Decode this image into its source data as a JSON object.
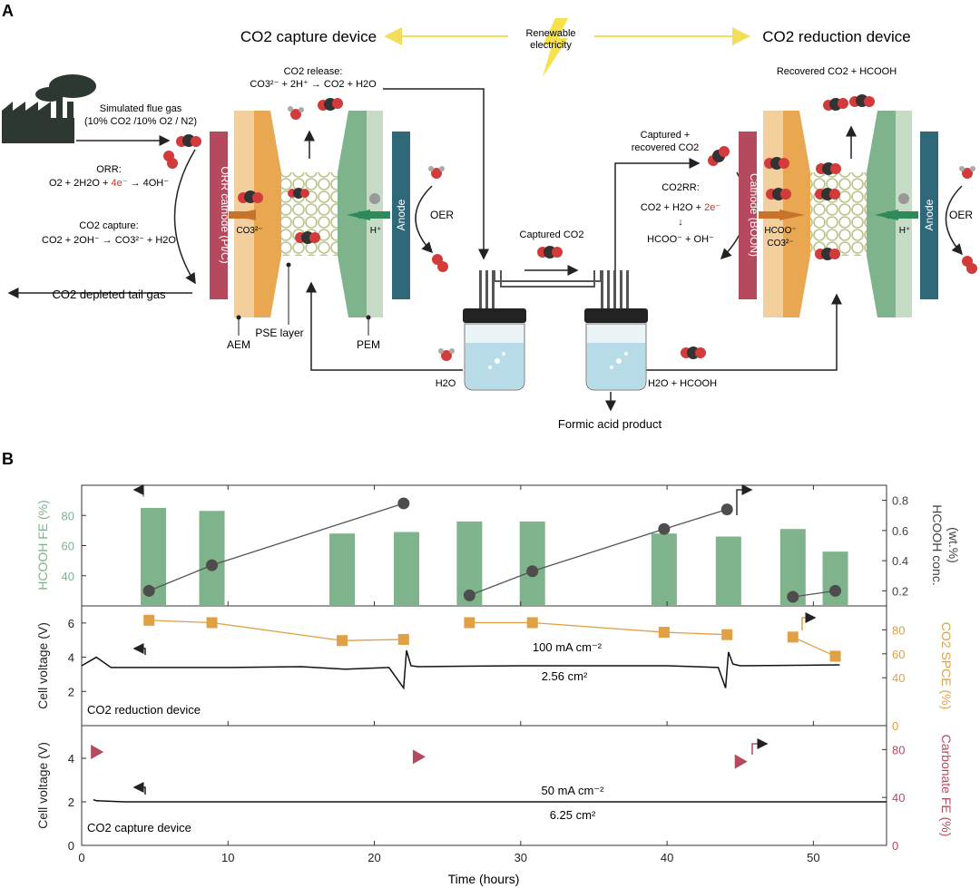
{
  "panel_a": {
    "label": "A",
    "capture_title": "CO2 capture device",
    "reduction_title": "CO2 reduction device",
    "renewable_line1": "Renewable",
    "renewable_line2": "electricity",
    "flue_gas_line1": "Simulated flue gas",
    "flue_gas_line2": "(10% CO2 /10% O2 / N2)",
    "co2_release_title": "CO2 release:",
    "co2_release_eq": "CO3²⁻ + 2H⁺ → CO2 + H2O",
    "orr_title": "ORR:",
    "orr_eq_a": "O2 + 2H2O +",
    "orr_eq_e": "4e⁻",
    "orr_eq_b": "→ 4OH⁻",
    "capture_title_eq": "CO2 capture:",
    "capture_eq": "CO2 + 2OH⁻ → CO3²⁻ + H2O",
    "depleted_gas": "CO2 depleted tail gas",
    "orr_cathode": "ORR cathode (Pt/C)",
    "co3_ion": "CO3²⁻",
    "h_ion": "H⁺",
    "anode": "Anode",
    "oer": "OER",
    "aem": "AEM",
    "pse_layer": "PSE layer",
    "pem": "PEM",
    "captured_co2": "Captured CO2",
    "h2o": "H2O",
    "h2o_hcooh": "H2O + HCOOH",
    "formic_product": "Formic acid product",
    "recovered": "Recovered CO2 + HCOOH",
    "captured_recovered_1": "Captured +",
    "captured_recovered_2": "recovered CO2",
    "co2rr_title": "CO2RR:",
    "co2rr_eq_a": "CO2 + H2O +",
    "co2rr_eq_e": "2e⁻",
    "co2rr_arrow": "↓",
    "co2rr_eq_b": "HCOO⁻ + OH⁻",
    "bi_cathode": "Cathode (BOON)",
    "hcoo_ion": "HCOO⁻",
    "co3_ion2": "CO3²⁻",
    "h_ion2": "H⁺",
    "anode2": "Anode",
    "oer2": "OER"
  },
  "panel_b": {
    "label": "B",
    "xlabel": "Time (hours)",
    "xticks": [
      "0",
      "10",
      "20",
      "30",
      "40",
      "50"
    ],
    "top": {
      "ylabel_left": "HCOOH FE (%)",
      "ylabel_right_1": "HCOOH conc.",
      "ylabel_right_2": "(wt.%)",
      "yticks_left": [
        "40",
        "60",
        "80"
      ],
      "yticks_right": [
        "0.2",
        "0.4",
        "0.6",
        "0.8"
      ]
    },
    "mid": {
      "ylabel_left": "Cell voltage (V)",
      "ylabel_right": "CO2 SPCE (%)",
      "yticks_left": [
        "2",
        "4",
        "6"
      ],
      "yticks_right": [
        "0",
        "40",
        "60",
        "80"
      ],
      "current": "100 mA cm⁻²",
      "area": "2.56 cm²",
      "device": "CO2 reduction device"
    },
    "bottom": {
      "ylabel_left": "Cell voltage (V)",
      "ylabel_right": "Carbonate FE (%)",
      "yticks_left": [
        "0",
        "2",
        "4"
      ],
      "yticks_right": [
        "0",
        "40",
        "80"
      ],
      "current": "50 mA cm⁻²",
      "area": "6.25 cm²",
      "device": "CO2 capture device"
    },
    "colors": {
      "fe_bar": "#7fb38c",
      "conc": "#4d4d4d",
      "spce": "#e0a045",
      "carbonate": "#b44a5e"
    }
  },
  "chart_data": [
    {
      "type": "bar",
      "x": [
        4.9,
        8.9,
        17.8,
        22.2,
        26.5,
        30.8,
        39.8,
        44.2,
        48.6,
        51.5
      ],
      "values": [
        85,
        83,
        68,
        69,
        76,
        76,
        68,
        66,
        71,
        56
      ],
      "ylabel": "HCOOH FE (%)",
      "ylim": [
        20,
        100
      ]
    },
    {
      "type": "line",
      "segments": [
        {
          "x": [
            4.6,
            8.9,
            22.0
          ],
          "y": [
            0.2,
            0.37,
            0.78
          ]
        },
        {
          "x": [
            26.5,
            30.8,
            39.8,
            44.1
          ],
          "y": [
            0.17,
            0.33,
            0.61,
            0.74
          ]
        },
        {
          "x": [
            48.6,
            51.5
          ],
          "y": [
            0.16,
            0.2
          ]
        }
      ],
      "ylabel": "HCOOH conc. (wt.%)",
      "ylim": [
        0.1,
        0.9
      ]
    },
    {
      "type": "line",
      "x": [
        0,
        1,
        2,
        5,
        10,
        15,
        18,
        21,
        22.0,
        22.2,
        22.5,
        23,
        30,
        40,
        43.5,
        44.0,
        44.2,
        44.5,
        45,
        51.8
      ],
      "y": [
        3.5,
        4.0,
        3.4,
        3.4,
        3.4,
        3.45,
        3.3,
        3.4,
        2.2,
        4.4,
        3.5,
        3.45,
        3.5,
        3.5,
        3.4,
        2.2,
        4.3,
        3.6,
        3.5,
        3.55
      ],
      "ylabel": "Cell voltage (V)",
      "ylim": [
        0,
        7
      ]
    },
    {
      "type": "line",
      "segments": [
        {
          "x": [
            4.6,
            8.9,
            17.8,
            22.0
          ],
          "y": [
            88,
            86,
            71,
            72
          ]
        },
        {
          "x": [
            26.5,
            30.8,
            39.8,
            44.1
          ],
          "y": [
            86,
            86,
            78,
            76
          ]
        },
        {
          "x": [
            48.6,
            51.5
          ],
          "y": [
            74,
            58
          ]
        }
      ],
      "ylabel": "CO2 SPCE (%)",
      "ylim": [
        0,
        100
      ]
    },
    {
      "type": "line",
      "x": [
        0.8,
        1,
        3,
        10,
        20,
        30,
        40,
        50,
        55
      ],
      "y": [
        2.1,
        2.05,
        2.0,
        2.0,
        2.0,
        2.0,
        2.0,
        2.0,
        2.0
      ],
      "ylabel": "Cell voltage (V)",
      "ylim": [
        0,
        5.5
      ]
    },
    {
      "type": "scatter",
      "x": [
        1.0,
        23.0,
        45.0
      ],
      "y": [
        78,
        74,
        70
      ],
      "ylabel": "Carbonate FE (%)",
      "ylim": [
        0,
        100
      ]
    }
  ]
}
